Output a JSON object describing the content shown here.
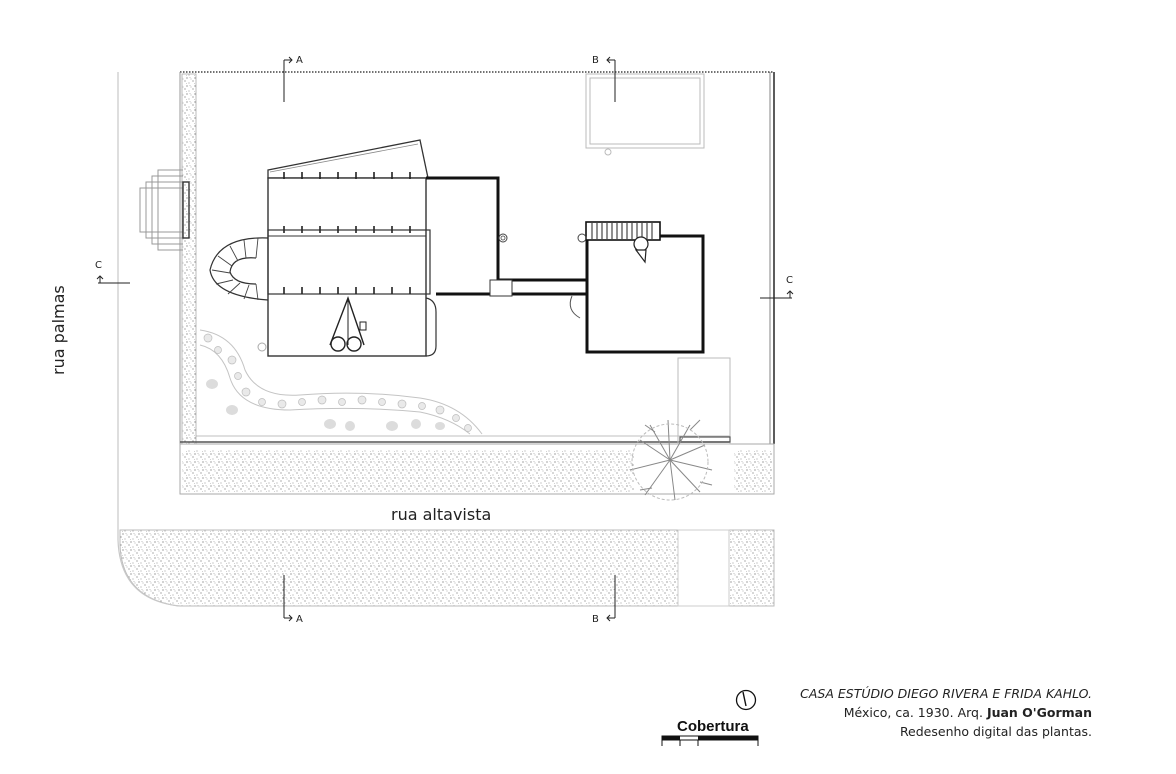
{
  "drawing": {
    "street_left": "rua palmas",
    "street_bottom": "rua altavista",
    "section_marks": {
      "a": "A",
      "b": "B",
      "c": "C"
    },
    "north_arrow_icon": "north-arrow-icon"
  },
  "scale": {
    "title": "Cobertura"
  },
  "credits": {
    "title": "CASA ESTÚDIO DIEGO RIVERA E FRIDA KAHLO.",
    "line2_prefix": "México, ca. 1930. Arq.",
    "architect": "Juan O'Gorman",
    "line3": "Redesenho digital das plantas."
  },
  "colors": {
    "ink": "#111111",
    "hatch": "#9a9a9a",
    "light": "#bdbdbd"
  }
}
